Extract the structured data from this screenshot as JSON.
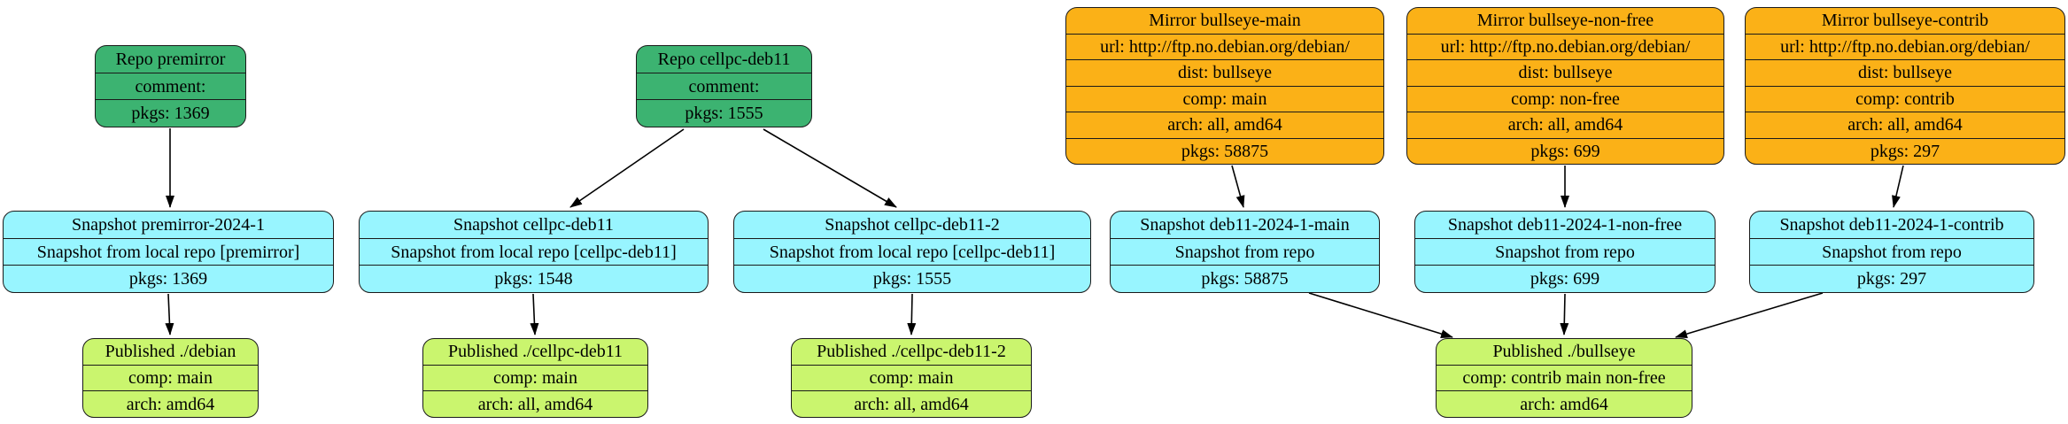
{
  "colors": {
    "repo_fill": "#3CB371",
    "mirror_fill": "#FBB117",
    "snapshot_fill": "#98F5FF",
    "published_fill": "#CAF56E",
    "edge": "#000000",
    "background": "#FFFFFF"
  },
  "nodes": {
    "repo_premirror": {
      "type": "repo",
      "rows": [
        "Repo premirror",
        "comment:",
        "pkgs: 1369"
      ]
    },
    "repo_cellpc_deb11": {
      "type": "repo",
      "rows": [
        "Repo cellpc-deb11",
        "comment:",
        "pkgs: 1555"
      ]
    },
    "mirror_bullseye_main": {
      "type": "mirror",
      "rows": [
        "Mirror bullseye-main",
        "url: http://ftp.no.debian.org/debian/",
        "dist: bullseye",
        "comp: main",
        "arch: all, amd64",
        "pkgs: 58875"
      ]
    },
    "mirror_bullseye_non_free": {
      "type": "mirror",
      "rows": [
        "Mirror bullseye-non-free",
        "url: http://ftp.no.debian.org/debian/",
        "dist: bullseye",
        "comp: non-free",
        "arch: all, amd64",
        "pkgs: 699"
      ]
    },
    "mirror_bullseye_contrib": {
      "type": "mirror",
      "rows": [
        "Mirror bullseye-contrib",
        "url: http://ftp.no.debian.org/debian/",
        "dist: bullseye",
        "comp: contrib",
        "arch: all, amd64",
        "pkgs: 297"
      ]
    },
    "snapshot_premirror_2024_1": {
      "type": "snapshot",
      "rows": [
        "Snapshot premirror-2024-1",
        "Snapshot from local repo [premirror]",
        "pkgs: 1369"
      ]
    },
    "snapshot_cellpc_deb11": {
      "type": "snapshot",
      "rows": [
        "Snapshot cellpc-deb11",
        "Snapshot from local repo [cellpc-deb11]",
        "pkgs: 1548"
      ]
    },
    "snapshot_cellpc_deb11_2": {
      "type": "snapshot",
      "rows": [
        "Snapshot cellpc-deb11-2",
        "Snapshot from local repo [cellpc-deb11]",
        "pkgs: 1555"
      ]
    },
    "snapshot_deb11_2024_1_main": {
      "type": "snapshot",
      "rows": [
        "Snapshot deb11-2024-1-main",
        "Snapshot from repo",
        "pkgs: 58875"
      ]
    },
    "snapshot_deb11_2024_1_non_free": {
      "type": "snapshot",
      "rows": [
        "Snapshot deb11-2024-1-non-free",
        "Snapshot from repo",
        "pkgs: 699"
      ]
    },
    "snapshot_deb11_2024_1_contrib": {
      "type": "snapshot",
      "rows": [
        "Snapshot deb11-2024-1-contrib",
        "Snapshot from repo",
        "pkgs: 297"
      ]
    },
    "published_debian": {
      "type": "published",
      "rows": [
        "Published ./debian",
        "comp: main",
        "arch: amd64"
      ]
    },
    "published_cellpc_deb11": {
      "type": "published",
      "rows": [
        "Published ./cellpc-deb11",
        "comp: main",
        "arch: all, amd64"
      ]
    },
    "published_cellpc_deb11_2": {
      "type": "published",
      "rows": [
        "Published ./cellpc-deb11-2",
        "comp: main",
        "arch: all, amd64"
      ]
    },
    "published_bullseye": {
      "type": "published",
      "rows": [
        "Published ./bullseye",
        "comp: contrib main non-free",
        "arch: amd64"
      ]
    }
  },
  "edges": [
    {
      "from": "repo_premirror",
      "to": "snapshot_premirror_2024_1"
    },
    {
      "from": "repo_cellpc_deb11",
      "to": "snapshot_cellpc_deb11"
    },
    {
      "from": "repo_cellpc_deb11",
      "to": "snapshot_cellpc_deb11_2"
    },
    {
      "from": "mirror_bullseye_main",
      "to": "snapshot_deb11_2024_1_main"
    },
    {
      "from": "mirror_bullseye_non_free",
      "to": "snapshot_deb11_2024_1_non_free"
    },
    {
      "from": "mirror_bullseye_contrib",
      "to": "snapshot_deb11_2024_1_contrib"
    },
    {
      "from": "snapshot_premirror_2024_1",
      "to": "published_debian"
    },
    {
      "from": "snapshot_cellpc_deb11",
      "to": "published_cellpc_deb11"
    },
    {
      "from": "snapshot_cellpc_deb11_2",
      "to": "published_cellpc_deb11_2"
    },
    {
      "from": "snapshot_deb11_2024_1_main",
      "to": "published_bullseye"
    },
    {
      "from": "snapshot_deb11_2024_1_non_free",
      "to": "published_bullseye"
    },
    {
      "from": "snapshot_deb11_2024_1_contrib",
      "to": "published_bullseye"
    }
  ]
}
